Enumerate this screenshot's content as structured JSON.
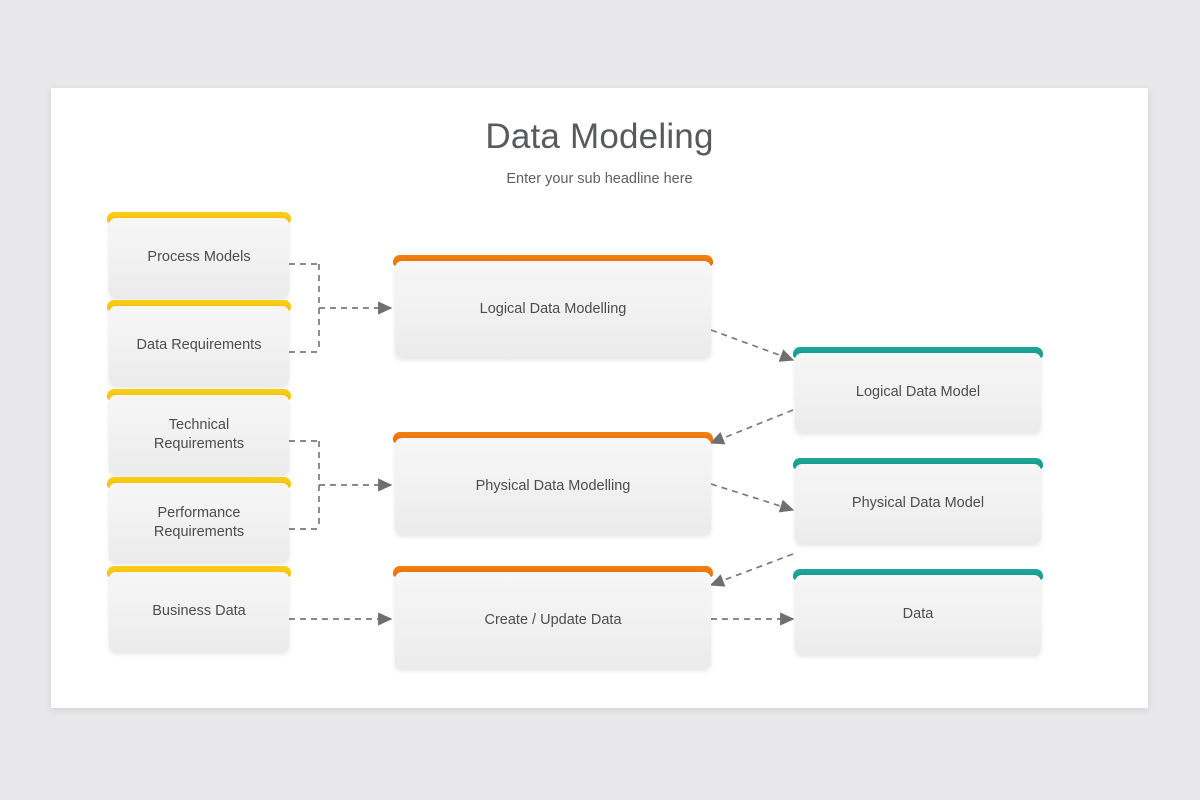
{
  "slide": {
    "title": "Data Modeling",
    "subtitle": "Enter your sub headline here",
    "background_color": "#e8e8ea",
    "card_color": "#ffffff"
  },
  "palette": {
    "yellow": "#f5c511",
    "orange": "#ee770e",
    "teal": "#1ea394",
    "box_fill": "#f2f2f2",
    "text": "#4d4d4f",
    "connector": "#7a7a7c"
  },
  "chart_data": {
    "type": "diagram",
    "title": "Data Modeling",
    "subtitle": "Enter your sub headline here",
    "columns": [
      {
        "name": "inputs",
        "accent": "#f5c511",
        "nodes": [
          "Process Models",
          "Data Requirements",
          "Technical\nRequirements",
          "Performance\nRequirements",
          "Business Data"
        ]
      },
      {
        "name": "processes",
        "accent": "#ee770e",
        "nodes": [
          "Logical Data Modelling",
          "Physical Data Modelling",
          "Create / Update Data"
        ]
      },
      {
        "name": "outputs",
        "accent": "#1ea394",
        "nodes": [
          "Logical Data Model",
          "Physical Data Model",
          "Data"
        ]
      }
    ],
    "edges": [
      {
        "from": "Process Models",
        "to": "Logical Data Modelling",
        "style": "dashed-bracket"
      },
      {
        "from": "Data Requirements",
        "to": "Logical Data Modelling",
        "style": "dashed-bracket"
      },
      {
        "from": "Technical Requirements",
        "to": "Physical Data Modelling",
        "style": "dashed-bracket"
      },
      {
        "from": "Performance Requirements",
        "to": "Physical Data Modelling",
        "style": "dashed-bracket"
      },
      {
        "from": "Business Data",
        "to": "Create / Update Data",
        "style": "dashed-straight"
      },
      {
        "from": "Logical Data Modelling",
        "to": "Logical Data Model",
        "style": "dashed-diagonal"
      },
      {
        "from": "Logical Data Model",
        "to": "Physical Data Modelling",
        "style": "dashed-diagonal"
      },
      {
        "from": "Physical Data Modelling",
        "to": "Physical Data Model",
        "style": "dashed-diagonal"
      },
      {
        "from": "Physical Data Model",
        "to": "Create / Update Data",
        "style": "dashed-diagonal"
      },
      {
        "from": "Create / Update Data",
        "to": "Data",
        "style": "dashed-straight"
      }
    ]
  },
  "nodes": {
    "left": [
      {
        "label": "Process Models"
      },
      {
        "label": "Data Requirements"
      },
      {
        "label": "Technical\nRequirements"
      },
      {
        "label": "Performance\nRequirements"
      },
      {
        "label": "Business Data"
      }
    ],
    "middle": [
      {
        "label": "Logical Data Modelling"
      },
      {
        "label": "Physical Data Modelling"
      },
      {
        "label": "Create / Update Data"
      }
    ],
    "right": [
      {
        "label": "Logical Data Model"
      },
      {
        "label": "Physical Data Model"
      },
      {
        "label": "Data"
      }
    ]
  }
}
